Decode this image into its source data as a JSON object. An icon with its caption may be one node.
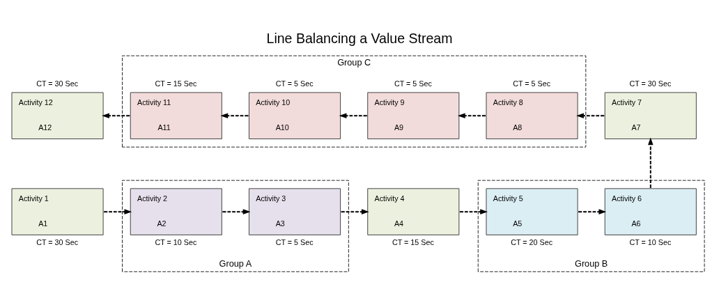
{
  "diagram": {
    "title": "Line Balancing a Value Stream",
    "nodes": [
      {
        "text": [
          "Activity 12",
          "A12"
        ],
        "beside": [
          "CT = 30 Sec"
        ]
      },
      {
        "text": [
          "Group C"
        ]
      },
      {
        "text": [
          "Activity 11",
          "A11"
        ],
        "beside": [
          "CT = 15 Sec"
        ],
        "in": 1
      },
      {
        "text": [
          "Activity 10",
          "A10"
        ],
        "beside": [
          "CT = 5 Sec"
        ],
        "in": 1
      },
      {
        "text": [
          "Activity 9",
          "A9"
        ],
        "beside": [
          "CT = 5 Sec"
        ],
        "in": 1
      },
      {
        "text": [
          "Activity 8",
          "A8"
        ],
        "beside": [
          "CT = 5 Sec"
        ],
        "in": 1
      },
      {
        "text": [
          "Activity 7",
          "A7"
        ],
        "beside": [
          "CT = 30 Sec"
        ]
      },
      {
        "text": [
          "Activity 1",
          "A1"
        ],
        "beside": [
          "CT = 30 Sec"
        ]
      },
      {
        "text": [
          "Group A"
        ]
      },
      {
        "text": [
          "Activity 2",
          "A2"
        ],
        "beside": [
          "CT = 10 Sec"
        ],
        "in": 8
      },
      {
        "text": [
          "Activity 3",
          "A3"
        ],
        "beside": [
          "CT = 5 Sec"
        ],
        "in": 8
      },
      {
        "text": [
          "Activity 4",
          "A4"
        ],
        "beside": [
          "CT = 15 Sec"
        ]
      },
      {
        "text": [
          "Group B"
        ]
      },
      {
        "text": [
          "Activity 5",
          "A5"
        ],
        "beside": [
          "CT = 20 Sec"
        ],
        "in": 12
      },
      {
        "text": [
          "Activity 6",
          "A6"
        ],
        "beside": [
          "CT = 10 Sec"
        ],
        "in": 12
      }
    ],
    "edges": [
      {
        "from": 7,
        "to": 9,
        "arrow": "to",
        "style": "dashed"
      },
      {
        "from": 9,
        "to": 10,
        "arrow": "to",
        "style": "dashed"
      },
      {
        "from": 10,
        "to": 11,
        "arrow": "to",
        "style": "dashed"
      },
      {
        "from": 11,
        "to": 13,
        "arrow": "to",
        "style": "dashed"
      },
      {
        "from": 13,
        "to": 14,
        "arrow": "to",
        "style": "dashed"
      },
      {
        "from": 14,
        "to": 6,
        "arrow": "to",
        "style": "dashed"
      },
      {
        "from": 6,
        "to": 5,
        "arrow": "to",
        "style": "dashed"
      },
      {
        "from": 5,
        "to": 4,
        "arrow": "to",
        "style": "dashed"
      },
      {
        "from": 4,
        "to": 3,
        "arrow": "to",
        "style": "dashed"
      },
      {
        "from": 3,
        "to": 2,
        "arrow": "to",
        "style": "dashed"
      },
      {
        "from": 2,
        "to": 0,
        "arrow": "to",
        "style": "dashed"
      }
    ]
  }
}
